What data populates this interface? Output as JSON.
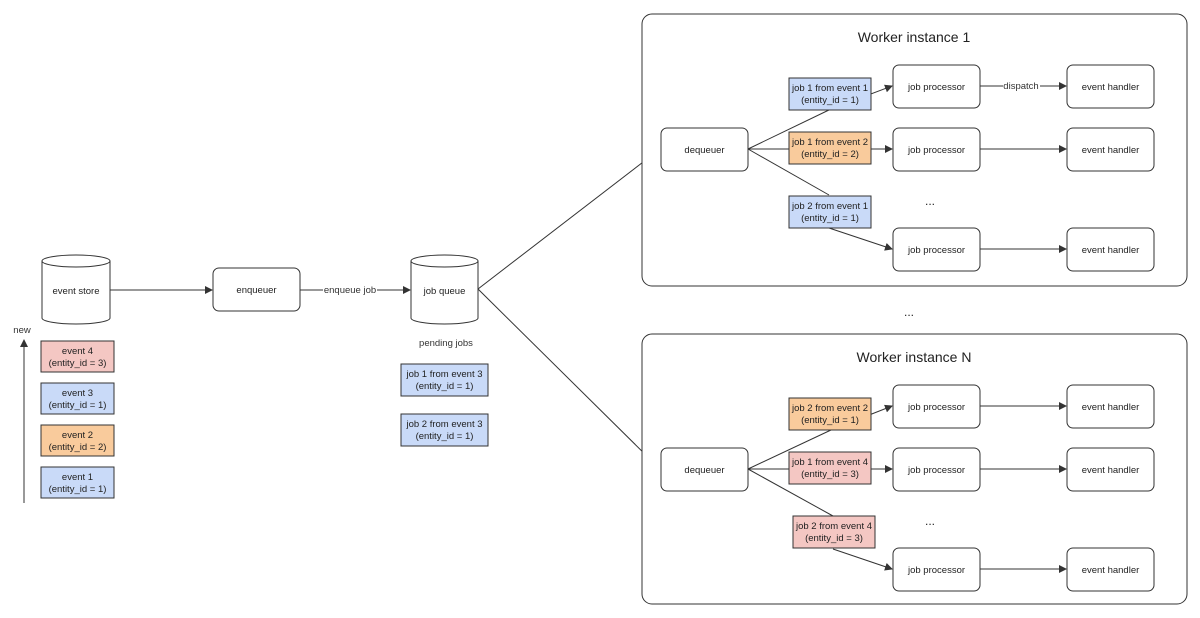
{
  "colors": {
    "blue": "#c9daf8",
    "orange": "#f9cb9c",
    "red": "#f4c7c3",
    "stroke": "#333333"
  },
  "left": {
    "event_store_label": "event store",
    "enqueuer_label": "enqueuer",
    "enqueue_edge_label": "enqueue job",
    "job_queue_label": "job queue",
    "new_label": "new",
    "events": [
      {
        "line1": "event 4",
        "line2": "(entity_id = 3)",
        "color": "red"
      },
      {
        "line1": "event 3",
        "line2": "(entity_id = 1)",
        "color": "blue"
      },
      {
        "line1": "event 2",
        "line2": "(entity_id = 2)",
        "color": "orange"
      },
      {
        "line1": "event 1",
        "line2": "(entity_id = 1)",
        "color": "blue"
      }
    ],
    "pending_label": "pending jobs",
    "pending": [
      {
        "line1": "job 1 from event 3",
        "line2": "(entity_id = 1)",
        "color": "blue"
      },
      {
        "line1": "job 2 from event 3",
        "line2": "(entity_id = 1)",
        "color": "blue"
      }
    ]
  },
  "between_workers_ellipsis": "...",
  "workers": [
    {
      "title": "Worker instance 1",
      "dequeuer_label": "dequeuer",
      "ellipsis": "...",
      "dispatch_label": "dispatch",
      "jobs": [
        {
          "line1": "job 1 from event 1",
          "line2": "(entity_id = 1)",
          "color": "blue"
        },
        {
          "line1": "job 1 from event 2",
          "line2": "(entity_id = 2)",
          "color": "orange"
        },
        {
          "line1": "job 2 from event 1",
          "line2": "(entity_id = 1)",
          "color": "blue"
        }
      ],
      "processor_label": "job processor",
      "handler_label": "event handler"
    },
    {
      "title": "Worker instance N",
      "dequeuer_label": "dequeuer",
      "ellipsis": "...",
      "dispatch_label": "",
      "jobs": [
        {
          "line1": "job 2 from event 2",
          "line2": "(entity_id = 1)",
          "color": "orange"
        },
        {
          "line1": "job 1 from event 4",
          "line2": "(entity_id = 3)",
          "color": "red"
        },
        {
          "line1": "job 2 from event 4",
          "line2": "(entity_id = 3)",
          "color": "red"
        }
      ],
      "processor_label": "job processor",
      "handler_label": "event handler"
    }
  ]
}
